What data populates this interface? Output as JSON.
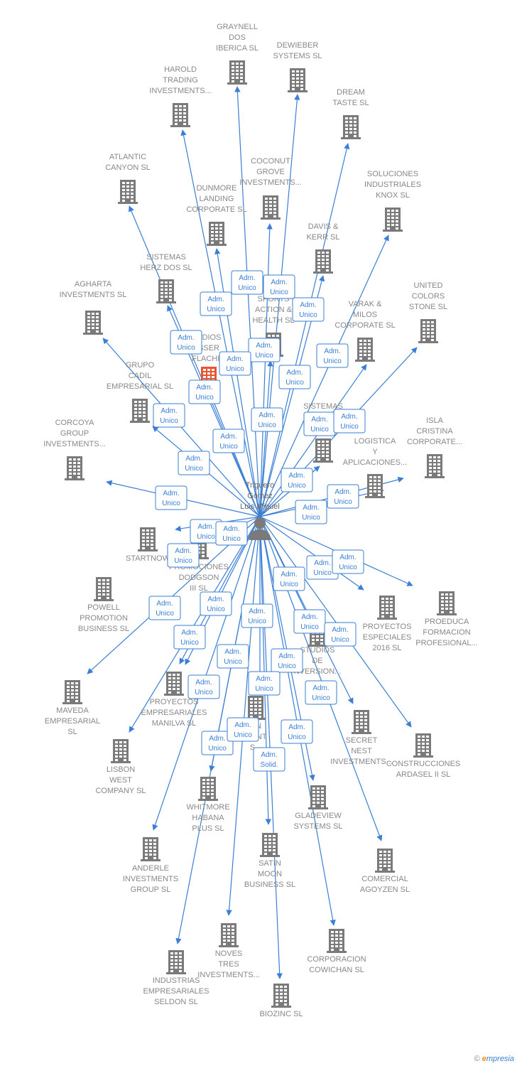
{
  "person": {
    "lines": [
      "Triguero",
      "Gomez",
      "Luis Miguel"
    ],
    "icon": "person-icon"
  },
  "colors": {
    "edge": "#3a7fd5",
    "building": "#7a7a7a",
    "highlight": "#e8552e"
  },
  "companies": [
    {
      "id": "graynell",
      "lines": [
        "GRAYNELL",
        "DOS",
        "IBERICA  SL"
      ]
    },
    {
      "id": "dewieber",
      "lines": [
        "DEWIEBER",
        "SYSTEMS  SL"
      ]
    },
    {
      "id": "harold",
      "lines": [
        "HAROLD",
        "TRADING",
        "INVESTMENTS..."
      ]
    },
    {
      "id": "dream",
      "lines": [
        "DREAM",
        "TASTE SL"
      ]
    },
    {
      "id": "atlantic",
      "lines": [
        "ATLANTIC",
        "CANYON SL"
      ]
    },
    {
      "id": "coconut",
      "lines": [
        "COCONUT",
        "GROVE",
        "INVESTMENTS..."
      ]
    },
    {
      "id": "soluciones",
      "lines": [
        "SOLUCIONES",
        "INDUSTRIALES",
        "KNOX SL"
      ]
    },
    {
      "id": "dunmore",
      "lines": [
        "DUNMORE",
        "LANDING",
        "CORPORATE SL"
      ]
    },
    {
      "id": "davis",
      "lines": [
        "DAVIS &",
        "KERR SL"
      ]
    },
    {
      "id": "sistemas_herz",
      "lines": [
        "SISTEMAS",
        "HERZ DOS SL"
      ]
    },
    {
      "id": "agharta",
      "lines": [
        "AGHARTA",
        "INVESTMENTS SL"
      ]
    },
    {
      "id": "sports",
      "lines": [
        "SPORTS",
        "ACTION &",
        "HEALTH  SL"
      ]
    },
    {
      "id": "varak",
      "lines": [
        "VARAK &",
        "MILOS",
        "CORPORATE SL"
      ]
    },
    {
      "id": "united",
      "lines": [
        "UNITED",
        "COLORS",
        "STONE SL"
      ]
    },
    {
      "id": "estudios_flachio",
      "lines": [
        "UDIOS",
        "SSER",
        "FLACHIO"
      ]
    },
    {
      "id": "grupo_cadil",
      "lines": [
        "GRUPO",
        "CADIL",
        "EMPRESARIAL SL"
      ]
    },
    {
      "id": "sistemas_ind",
      "lines": [
        "SISTEMAS",
        "IND...",
        "H..."
      ]
    },
    {
      "id": "isla",
      "lines": [
        "ISLA",
        "CRISTINA",
        "CORPORATE..."
      ]
    },
    {
      "id": "corcoya",
      "lines": [
        "CORCOYA",
        "GROUP",
        "INVESTMENTS..."
      ]
    },
    {
      "id": "logistica",
      "lines": [
        "LOGISTICA",
        "Y",
        "APLICACIONES..."
      ]
    },
    {
      "id": "startnow",
      "lines": [
        "STARTNOW"
      ]
    },
    {
      "id": "dodgson",
      "lines": [
        "PROMOCIONES",
        "DODGSON",
        "III SL"
      ]
    },
    {
      "id": "powell",
      "lines": [
        "POWELL",
        "PROMOTION",
        "BUSINESS  SL"
      ]
    },
    {
      "id": "proyectos2016",
      "lines": [
        "PROYECTOS",
        "ESPECIALES",
        "2016  SL"
      ]
    },
    {
      "id": "proeduca",
      "lines": [
        "PROEDUCA",
        "FORMACION",
        "PROFESIONAL..."
      ]
    },
    {
      "id": "estudios_inv",
      "lines": [
        "STUDIOS",
        "DE",
        "NVERSION..."
      ]
    },
    {
      "id": "maveda",
      "lines": [
        "MAVEDA",
        "EMPRESARIAL",
        "SL"
      ]
    },
    {
      "id": "manilva",
      "lines": [
        "PROYECTOS",
        "EMPRESARIALES",
        "MANILVA SL"
      ]
    },
    {
      "id": "secret",
      "lines": [
        "SECRET",
        "NEST",
        "INVESTMENTS..."
      ]
    },
    {
      "id": "construcciones",
      "lines": [
        "CONSTRUCCIONES",
        "ARDASEL II  SL"
      ]
    },
    {
      "id": "lisbon",
      "lines": [
        "LISBON",
        "WEST",
        "COMPANY  SL"
      ]
    },
    {
      "id": "on_ment",
      "lines": [
        "ON",
        "MENT",
        "S..."
      ]
    },
    {
      "id": "whitmore",
      "lines": [
        "WHITMORE",
        "HABANA",
        "PLUS  SL"
      ]
    },
    {
      "id": "gladeview",
      "lines": [
        "GLADEVIEW",
        "SYSTEMS  SL"
      ]
    },
    {
      "id": "anderle",
      "lines": [
        "ANDERLE",
        "INVESTMENTS",
        "GROUP SL"
      ]
    },
    {
      "id": "satin",
      "lines": [
        "SATIN",
        "MOON",
        "BUSINESS SL"
      ]
    },
    {
      "id": "comercial",
      "lines": [
        "COMERCIAL",
        "AGOYZEN SL"
      ]
    },
    {
      "id": "noves",
      "lines": [
        "NOVES",
        "TRES",
        "INVESTMENTS..."
      ]
    },
    {
      "id": "corporacion",
      "lines": [
        "CORPORACION",
        "COWICHAN SL"
      ]
    },
    {
      "id": "industrias",
      "lines": [
        "INDUSTRIAS",
        "EMPRESARIALES",
        "SELDON SL"
      ]
    },
    {
      "id": "biozinc",
      "lines": [
        "BIOZINC SL"
      ]
    }
  ],
  "roles": [
    {
      "lines": [
        "Adm.",
        "Unico"
      ]
    },
    {
      "lines": [
        "Adm.",
        "Unico"
      ]
    },
    {
      "lines": [
        "Adm.",
        "Unico"
      ]
    },
    {
      "lines": [
        "Adm.",
        "Unico"
      ]
    },
    {
      "lines": [
        "Adm.",
        "Unico"
      ]
    },
    {
      "lines": [
        "Adm.",
        "Unico"
      ]
    },
    {
      "lines": [
        "Adm.",
        "Unico"
      ]
    },
    {
      "lines": [
        "Adm.",
        "Unico"
      ]
    },
    {
      "lines": [
        "Adm.",
        "Unico"
      ]
    },
    {
      "lines": [
        "Adm.",
        "Unico"
      ]
    },
    {
      "lines": [
        "Adm.",
        "Unico"
      ]
    },
    {
      "lines": [
        "Adm.",
        "Unico"
      ]
    },
    {
      "lines": [
        "Adm.",
        "Unico"
      ]
    },
    {
      "lines": [
        "Adm.",
        "Unico"
      ]
    },
    {
      "lines": [
        "Adm.",
        "Unico"
      ]
    },
    {
      "lines": [
        "Adm.",
        "Unico"
      ]
    },
    {
      "lines": [
        "Adm.",
        "Unico"
      ]
    },
    {
      "lines": [
        "Adm.",
        "Unico"
      ]
    },
    {
      "lines": [
        "Adm.",
        "Unico"
      ]
    },
    {
      "lines": [
        "Adm.",
        "Unico"
      ]
    },
    {
      "lines": [
        "Adm.",
        "Unico"
      ]
    },
    {
      "lines": [
        "Adm.",
        "Unico"
      ]
    },
    {
      "lines": [
        "Adm.",
        "Unico"
      ]
    },
    {
      "lines": [
        "Adm.",
        "Unico"
      ]
    },
    {
      "lines": [
        "Adm.",
        "Unico"
      ]
    },
    {
      "lines": [
        "Adm.",
        "Unico"
      ]
    },
    {
      "lines": [
        "Adm.",
        "Unico"
      ]
    },
    {
      "lines": [
        "Adm.",
        "Unico"
      ]
    },
    {
      "lines": [
        "Adm.",
        "Unico"
      ]
    },
    {
      "lines": [
        "Adm.",
        "Unico"
      ]
    },
    {
      "lines": [
        "Adm.",
        "Unico"
      ]
    },
    {
      "lines": [
        "Adm.",
        "Unico"
      ]
    },
    {
      "lines": [
        "Adm.",
        "Unico"
      ]
    },
    {
      "lines": [
        "Adm.",
        "Unico"
      ]
    },
    {
      "lines": [
        "Adm.",
        "Unico"
      ]
    },
    {
      "lines": [
        "Adm.",
        "Unico"
      ]
    },
    {
      "lines": [
        "Adm.",
        "Unico"
      ]
    },
    {
      "lines": [
        "Adm.",
        "Unico"
      ]
    },
    {
      "lines": [
        "Adm.",
        "Unico"
      ]
    },
    {
      "lines": [
        "Adm.",
        "Unico"
      ]
    },
    {
      "lines": [
        "Adm.",
        "Solid."
      ]
    }
  ],
  "footer": {
    "copyright": "©",
    "brand_e": "e",
    "brand_rest": "mpresia"
  }
}
